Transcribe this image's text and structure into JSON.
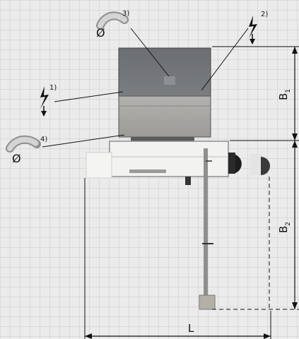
{
  "annotations": {
    "power_1": "1)",
    "power_2": "2)",
    "duct_3": "3)",
    "duct_4": "4)"
  },
  "duct_symbol": "Ø",
  "dimensions": {
    "b1_main": "B",
    "b1_sub": "1",
    "b2_main": "B",
    "b2_sub": "2",
    "l": "L"
  },
  "colors": {
    "background": "#ebebeb",
    "grid": "#c9c9c9",
    "hood_dark": "#6f7275",
    "hood_light": "#a8a8a6",
    "body": "#f2f2f0",
    "line": "#111111"
  },
  "icons": {
    "power": "lightning-bolt-icon",
    "duct": "flexible-duct-icon"
  }
}
